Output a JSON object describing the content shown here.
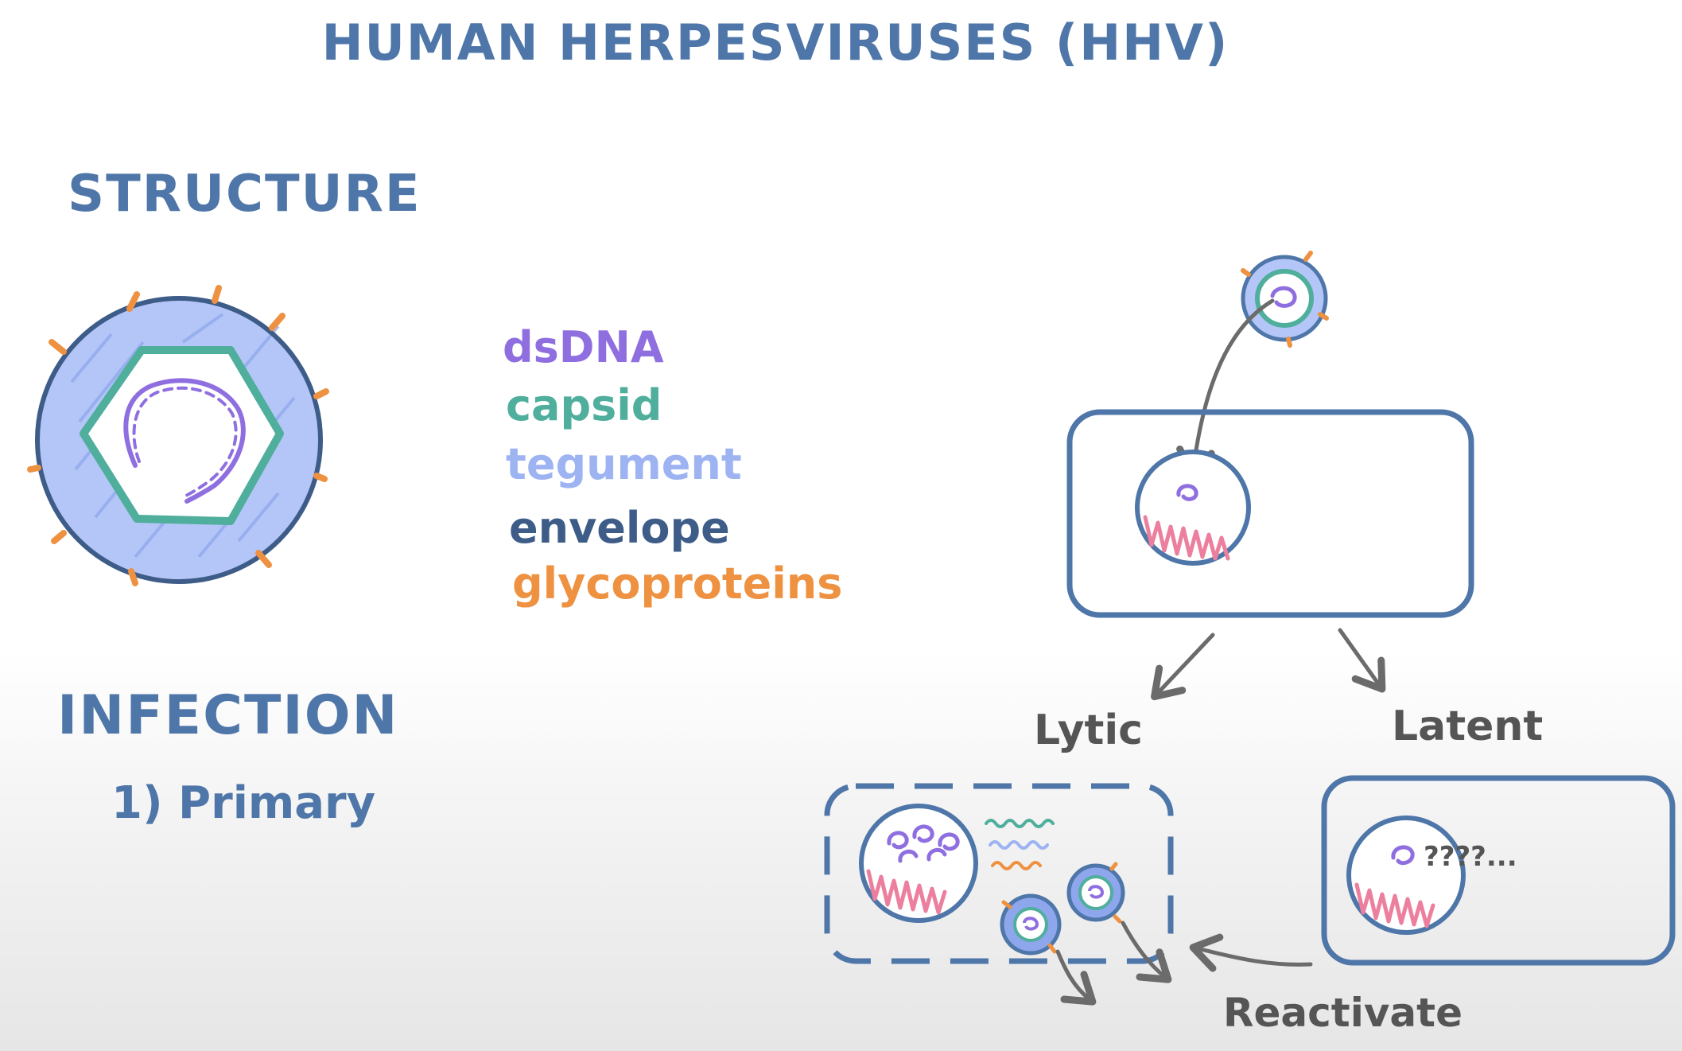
{
  "title": "HUMAN HERPESVIRUSES (HHV)",
  "sections": {
    "structure": "STRUCTURE",
    "infection": "INFECTION",
    "infection_item": "1) Primary"
  },
  "legend": [
    {
      "label": "dsDNA",
      "color": "#8f6fe0"
    },
    {
      "label": "capsid",
      "color": "#4fae9c"
    },
    {
      "label": "tegument",
      "color": "#9db3f2"
    },
    {
      "label": "envelope",
      "color": "#3e5c88"
    },
    {
      "label": "glycoproteins",
      "color": "#ee9140"
    }
  ],
  "diagram": {
    "lytic_label": "Lytic",
    "latent_label": "Latent",
    "reactivate_label": "Reactivate",
    "latent_note": "????..."
  },
  "colors": {
    "outline": "#4e76a8",
    "dna": "#8f6fe0",
    "capsid": "#4fae9c",
    "tegument": "#9db3f2",
    "envelope": "#3e5c88",
    "glycoprotein": "#ee9140",
    "host_dna": "#ec7f9e",
    "arrow": "#6b6b6b"
  }
}
